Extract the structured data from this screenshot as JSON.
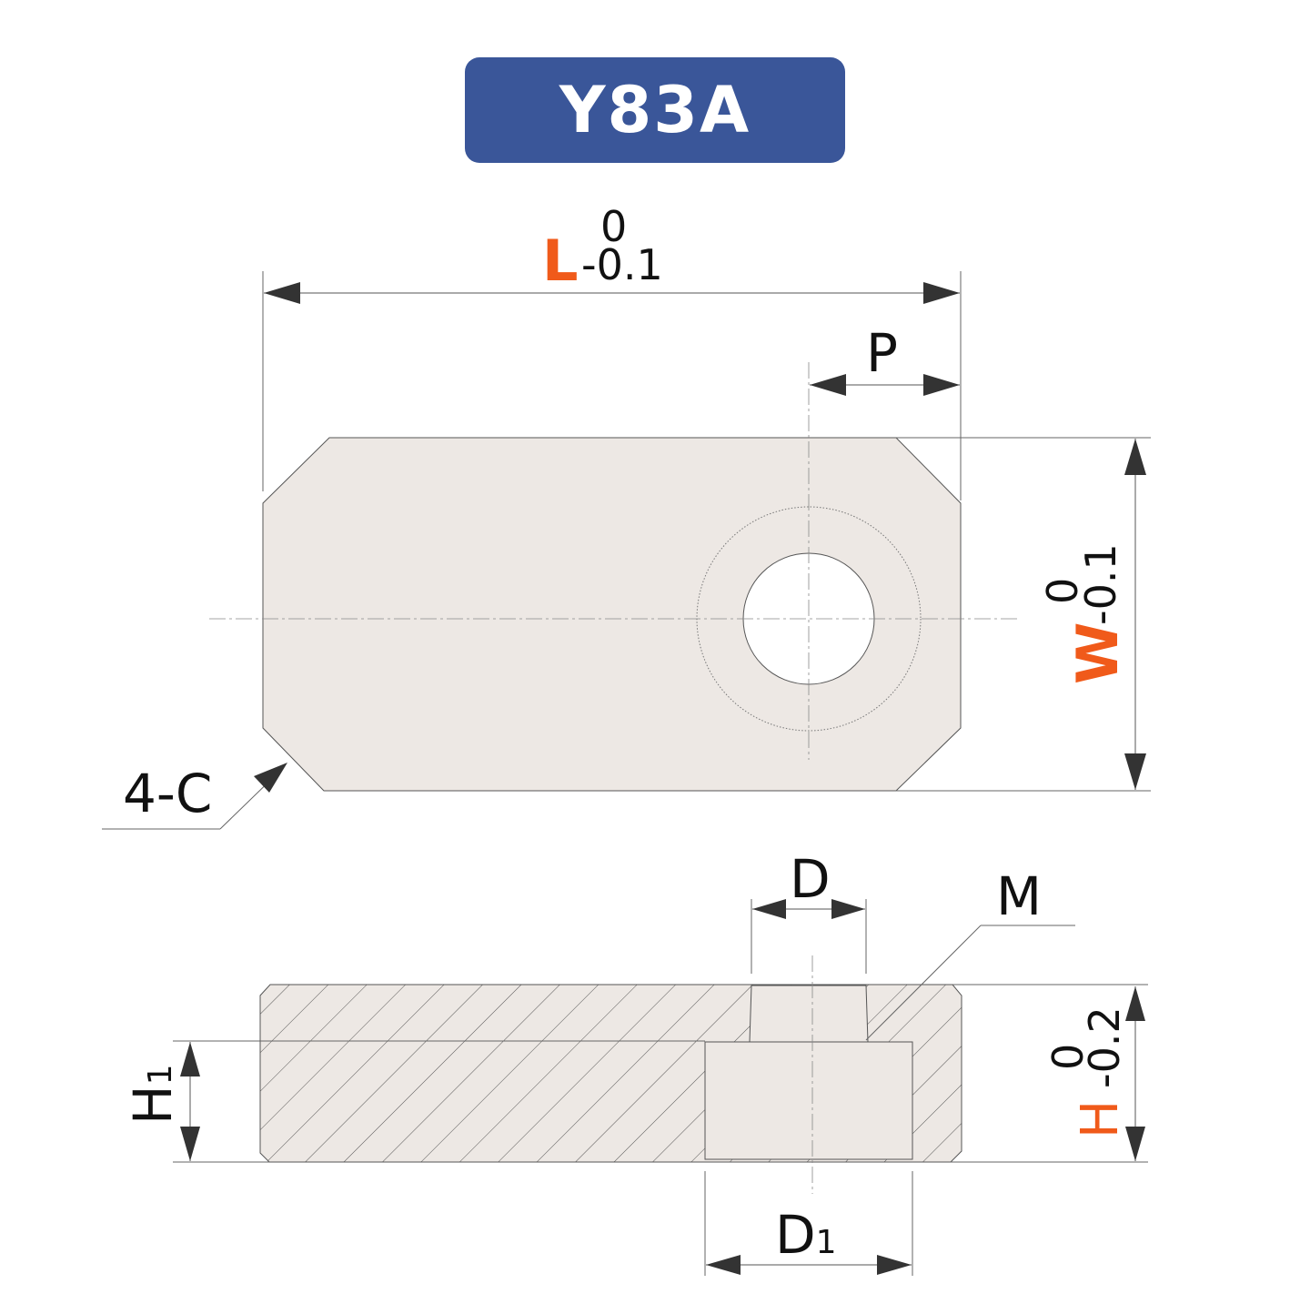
{
  "title": "Y83A",
  "colors": {
    "badge": "#3a5699",
    "accent": "#f05a1a",
    "part_fill": "#ede8e4",
    "line": "#3a3a3a",
    "arrow": "#333333"
  },
  "labels": {
    "L": "L",
    "L_tol_upper": "0",
    "L_tol_lower": "-0.1",
    "P": "P",
    "W": "W",
    "W_tol_upper": "0",
    "W_tol_lower": "-0.1",
    "chamfer": "4-C",
    "D": "D",
    "M": "M",
    "H": "H",
    "H_tol_upper": "0",
    "H_tol_lower": "-0.2",
    "H1_main": "H",
    "H1_sub": "1",
    "D1_main": "D",
    "D1_sub": "1"
  }
}
